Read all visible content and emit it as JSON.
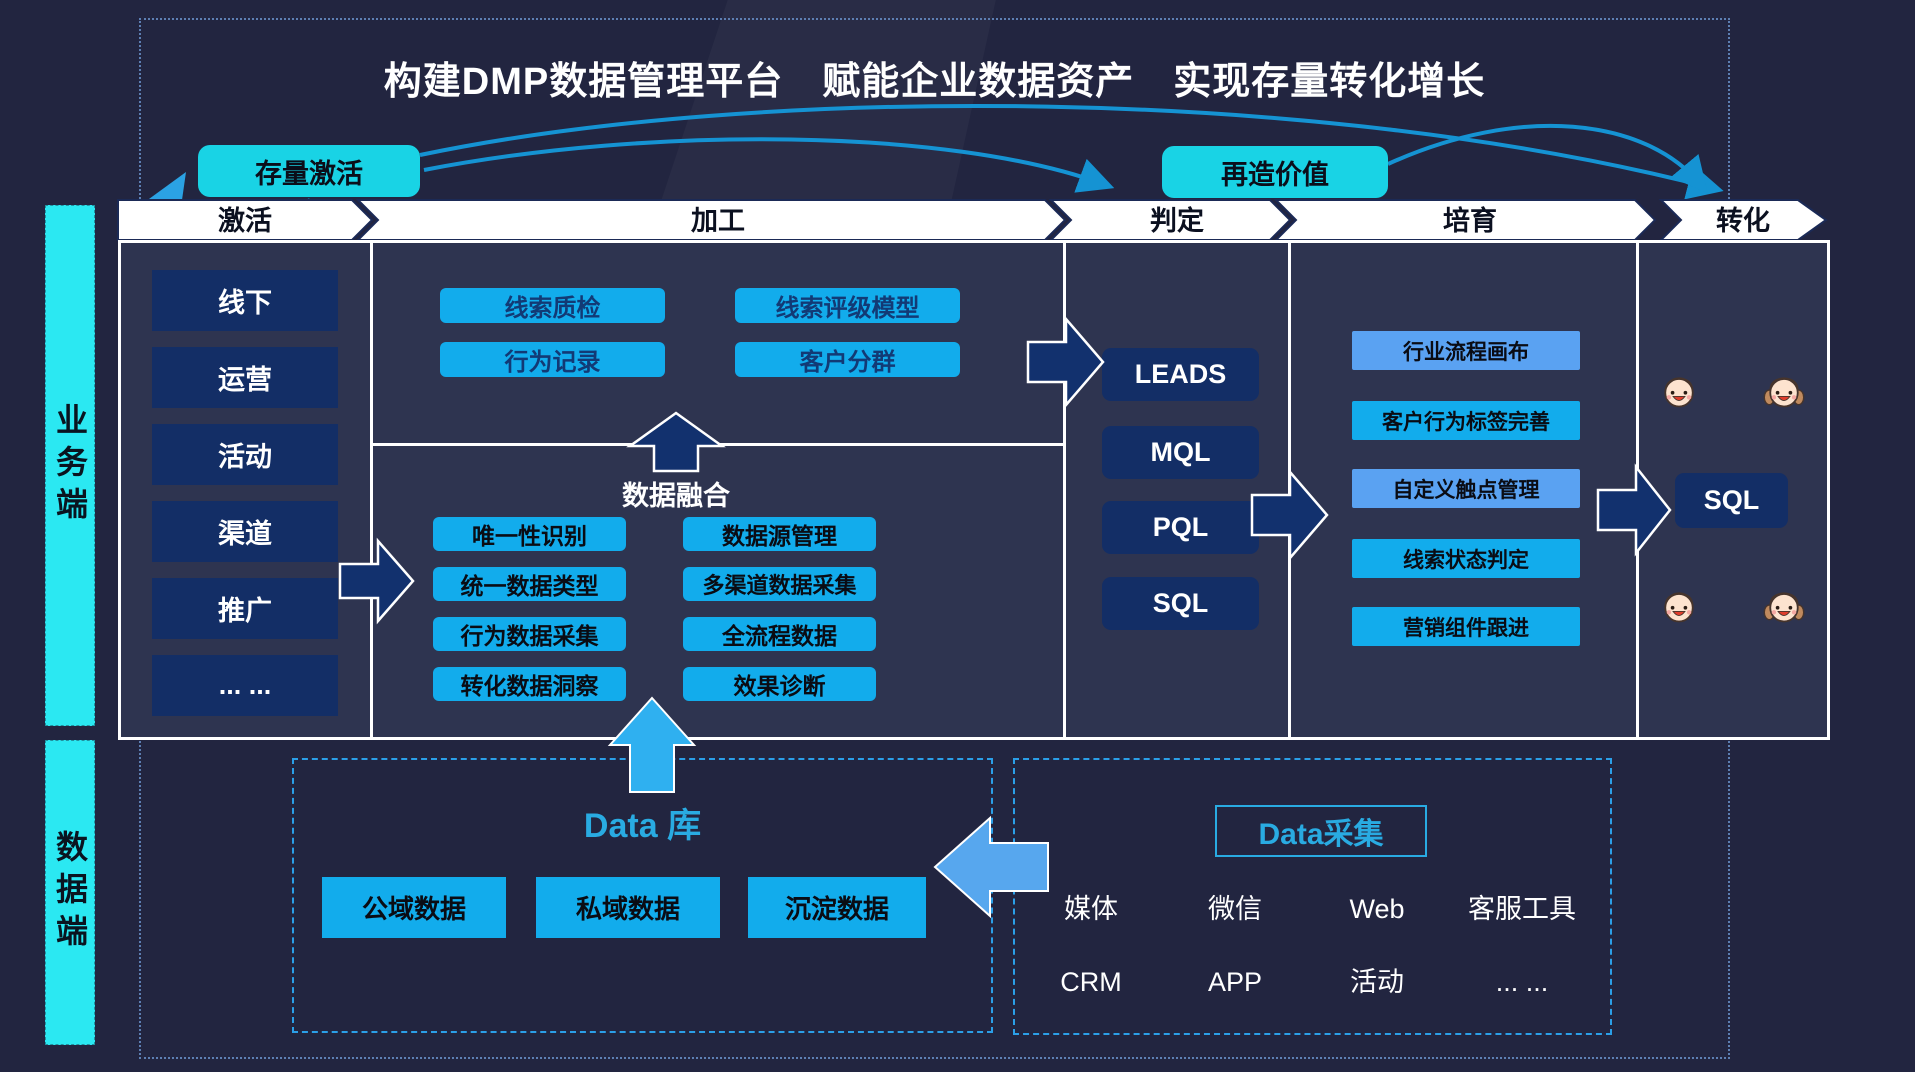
{
  "title": "构建DMP数据管理平台　赋能企业数据资产　实现存量转化增长",
  "badges": {
    "left": "存量激活",
    "right": "再造价值"
  },
  "sidebars": {
    "business": "业务端",
    "data": "数据端"
  },
  "stages": [
    "激活",
    "加工",
    "判定",
    "培育",
    "转化"
  ],
  "activation": {
    "items": [
      "线下",
      "运营",
      "活动",
      "渠道",
      "推广",
      "... ..."
    ]
  },
  "processing": {
    "top_left": [
      "线索质检",
      "行为记录"
    ],
    "top_right": [
      "线索评级模型",
      "客户分群"
    ],
    "fusion_label": "数据融合",
    "bottom_left": [
      "唯一性识别",
      "统一数据类型",
      "行为数据采集",
      "转化数据洞察"
    ],
    "bottom_right": [
      "数据源管理",
      "多渠道数据采集",
      "全流程数据",
      "效果诊断"
    ]
  },
  "judgement": {
    "items": [
      "LEADS",
      "MQL",
      "PQL",
      "SQL"
    ]
  },
  "nurture": {
    "items": [
      "行业流程画布",
      "客户行为标签完善",
      "自定义触点管理",
      "线索状态判定",
      "营销组件跟进"
    ]
  },
  "conversion": {
    "sql": "SQL"
  },
  "data_store": {
    "title": "Data 库",
    "items": [
      "公域数据",
      "私域数据",
      "沉淀数据"
    ]
  },
  "data_collect": {
    "title": "Data采集",
    "row1": [
      "媒体",
      "微信",
      "Web",
      "客服工具"
    ],
    "row2": [
      "CRM",
      "APP",
      "活动",
      "... ..."
    ]
  },
  "colors": {
    "page-bg": "#222540",
    "panel-bg": "#2e3450",
    "cyan-badge": "#19d3e5",
    "cyan-button": "#12acec",
    "light-button": "#5aa2f2",
    "navy-button": "#132e66",
    "arrow-navy": "#12316e",
    "arrow-light": "#3fa9f0",
    "line-blue": "#1593d3",
    "bar-cyan": "#2be8f2",
    "dashed-border": "#2b9fe8",
    "dotted-border": "#5d7fb3",
    "accent-cyan": "#29abe2"
  }
}
